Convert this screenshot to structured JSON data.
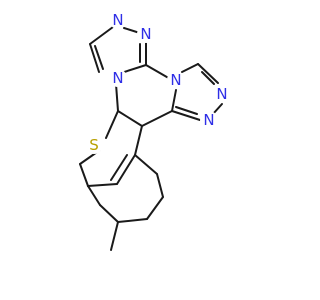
{
  "molecule": {
    "atoms": {
      "n_top_left_1": {
        "label": "N",
        "color": "#2f2fe6"
      },
      "n_top_left_2": {
        "label": "N",
        "color": "#2f2fe6"
      },
      "n_ring_junction_left": {
        "label": "N",
        "color": "#2f2fe6"
      },
      "n_ring_junction_right": {
        "label": "N",
        "color": "#2f2fe6"
      },
      "n_right_1": {
        "label": "N",
        "color": "#2f2fe6"
      },
      "n_right_2": {
        "label": "N",
        "color": "#2f2fe6"
      },
      "sulfur": {
        "label": "S",
        "color": "#b8a000"
      }
    },
    "bond_color": "#1a1a1a"
  }
}
